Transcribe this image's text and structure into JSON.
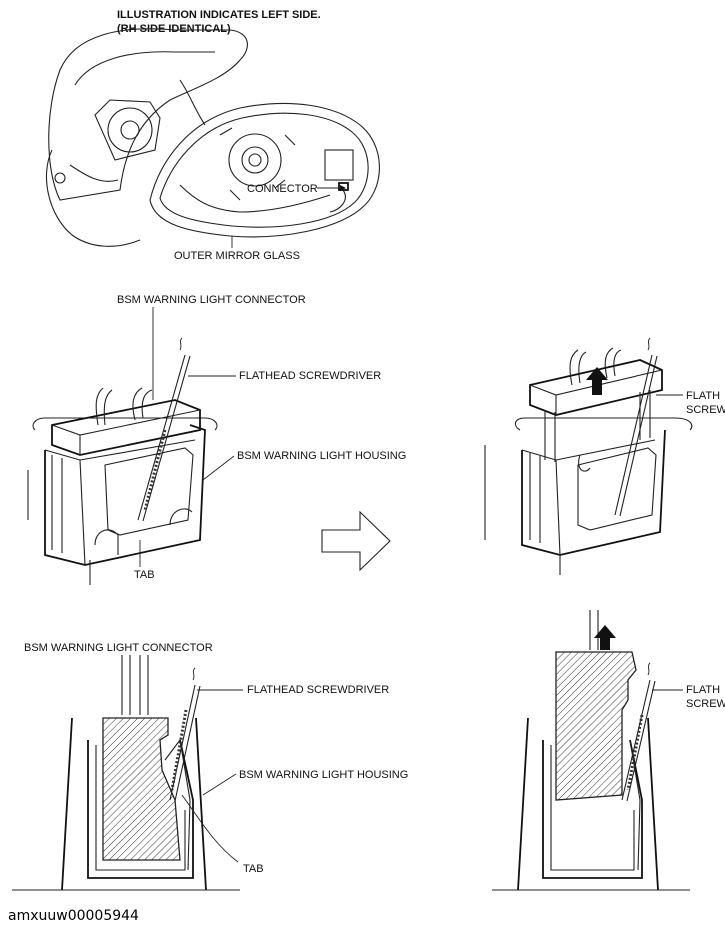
{
  "figure": {
    "title_line1": "ILLUSTRATION INDICATES LEFT SIDE.",
    "title_line2": "(RH SIDE IDENTICAL)",
    "label_connector": "CONNECTOR",
    "label_outer_mirror_glass": "OUTER MIRROR GLASS",
    "label_bsm_connector_top": "BSM WARNING LIGHT CONNECTOR",
    "label_screwdriver_top": "FLATHEAD SCREWDRIVER",
    "label_housing_top": "BSM WARNING LIGHT HOUSING",
    "label_tab_top": "TAB",
    "label_screwdriver_right_1": "FLATH",
    "label_screwdriver_right_2": "SCREW",
    "label_bsm_connector_bottom": "BSM WARNING LIGHT CONNECTOR",
    "label_screwdriver_bottom": "FLATHEAD SCREWDRIVER",
    "label_housing_bottom": "BSM WARNING LIGHT HOUSING",
    "label_tab_bottom": "TAB",
    "label_screwdriver_right_bottom_1": "FLATH",
    "label_screwdriver_right_bottom_2": "SCREW",
    "image_code": "amxuuw00005944"
  }
}
